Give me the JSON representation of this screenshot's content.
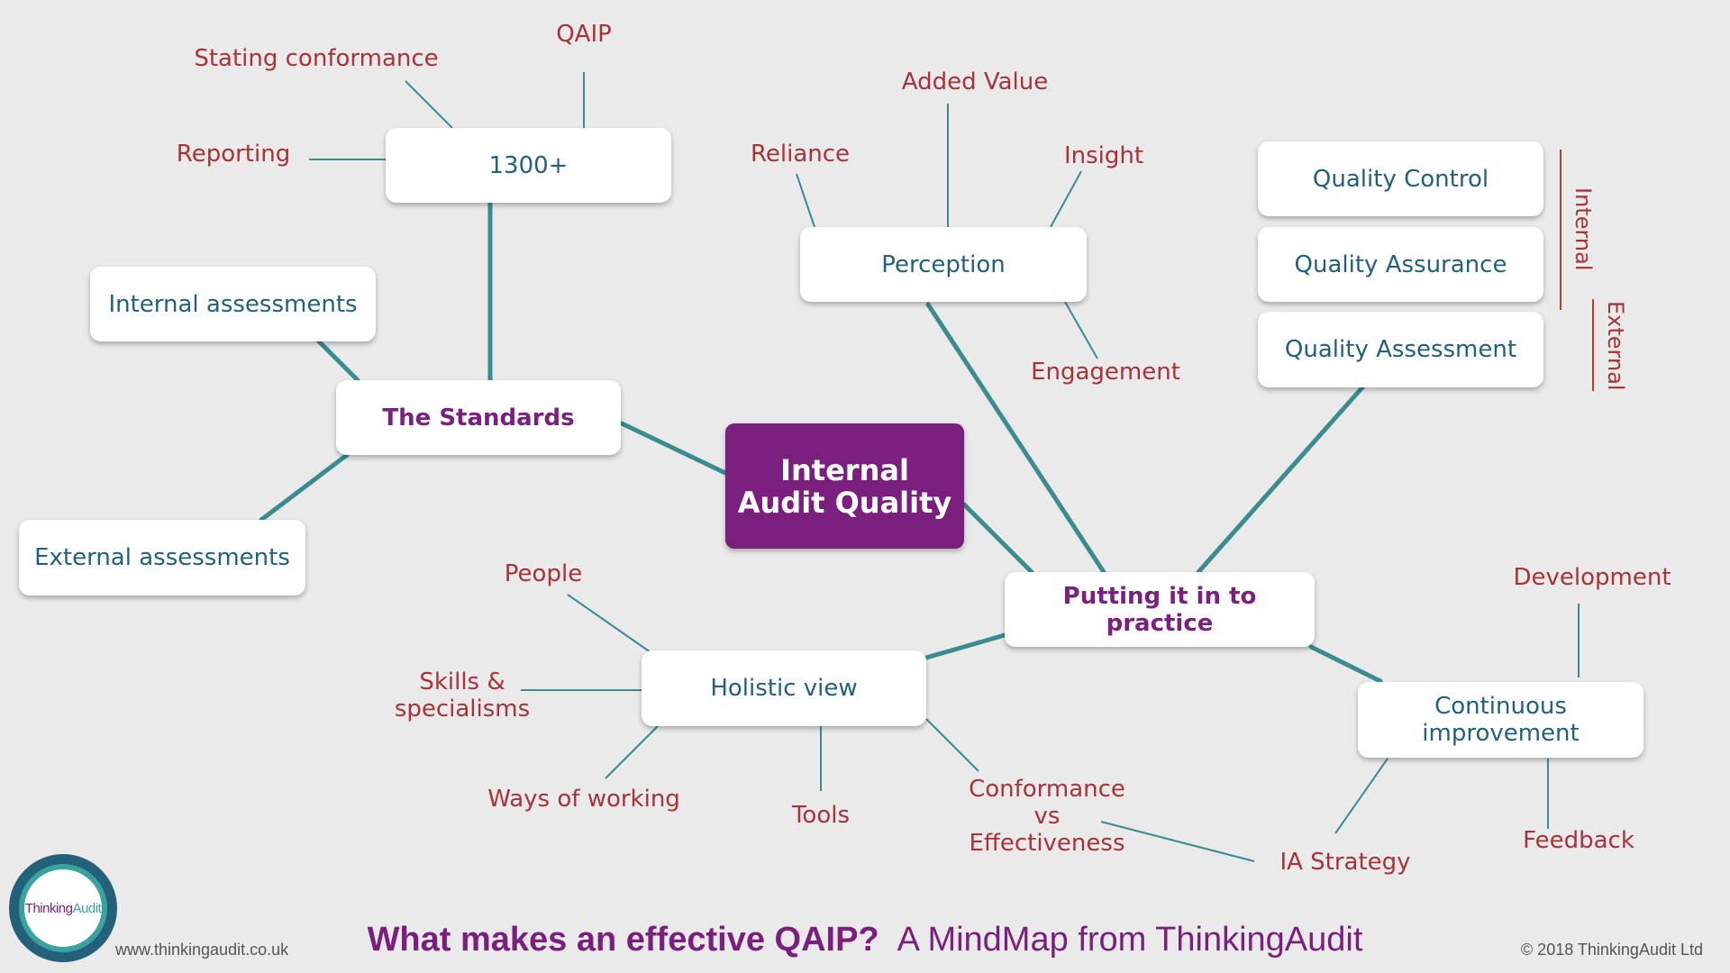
{
  "central": "Internal Audit Quality",
  "branches": {
    "standards": "The Standards",
    "perception": "Perception",
    "practice": "Putting it in to practice",
    "holistic": "Holistic view",
    "continuous": "Continuous improvement",
    "num1300": "1300+",
    "internal_assessments": "Internal assessments",
    "external_assessments": "External assessments",
    "quality_control": "Quality Control",
    "quality_assurance": "Quality Assurance",
    "quality_assessment": "Quality Assessment"
  },
  "labels": {
    "qaip": "QAIP",
    "stating_conformance": "Stating conformance",
    "reporting": "Reporting",
    "added_value": "Added Value",
    "reliance": "Reliance",
    "insight": "Insight",
    "engagement": "Engagement",
    "people": "People",
    "skills_line1": "Skills &",
    "skills_line2": "specialisms",
    "ways_of_working": "Ways of working",
    "tools": "Tools",
    "conf_line1": "Conformance",
    "conf_line2": "vs",
    "conf_line3": "Effectiveness",
    "ia_strategy": "IA Strategy",
    "development": "Development",
    "feedback": "Feedback",
    "internal": "Internal",
    "external": "External"
  },
  "footer": {
    "title_bold": "What makes an effective QAIP?",
    "title_regular": "A MindMap from ThinkingAudit",
    "url": "www.thinkingaudit.co.uk",
    "copyright": "© 2018 ThinkingAudit Ltd",
    "logo_a": "Thinking",
    "logo_b": "Audit"
  },
  "colors": {
    "background": "#ebeaea",
    "central_fill": "#7a1f7d",
    "node_text": "#23607a",
    "branch_text": "#7a2180",
    "label_text": "#a8323a",
    "connector": "#3a8c8f"
  }
}
